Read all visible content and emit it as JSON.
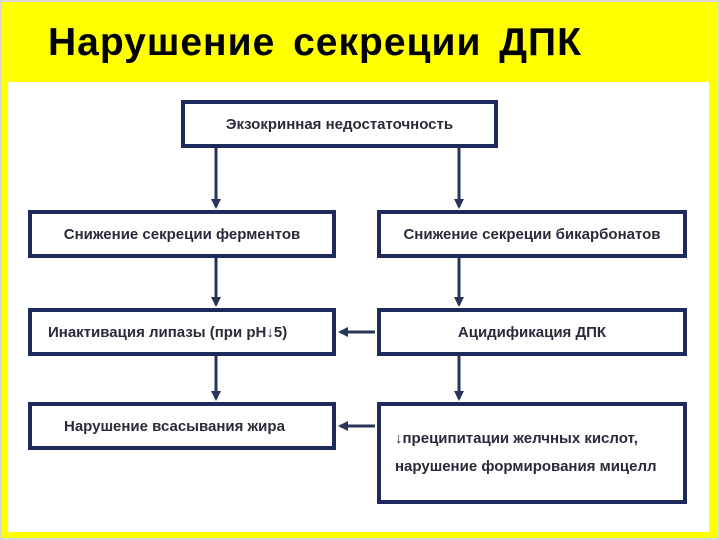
{
  "title": "Нарушение  секреции  ДПК",
  "colors": {
    "background": "#ffff00",
    "box_border": "#1e2a5c",
    "arrow": "#2a3358",
    "text": "#2a2a3c"
  },
  "nodes": {
    "exocrine": "Экзокринная недостаточность",
    "enzymes": "Снижение секреции ферментов",
    "bicarbonates": "Снижение секреции бикарбонатов",
    "lipase": "Инактивация липазы (при рН↓5)",
    "acidification": "Ацидификация ДПК",
    "fat_absorption": "Нарушение всасывания жира",
    "precipitation_line1": "↓преципитации желчных кислот,",
    "precipitation_line2": "нарушение формирования мицелл"
  },
  "edges": [
    {
      "from": "exocrine",
      "to": "enzymes"
    },
    {
      "from": "exocrine",
      "to": "bicarbonates"
    },
    {
      "from": "enzymes",
      "to": "lipase"
    },
    {
      "from": "bicarbonates",
      "to": "acidification"
    },
    {
      "from": "acidification",
      "to": "lipase"
    },
    {
      "from": "lipase",
      "to": "fat_absorption"
    },
    {
      "from": "acidification",
      "to": "precipitation"
    },
    {
      "from": "precipitation",
      "to": "fat_absorption"
    }
  ]
}
